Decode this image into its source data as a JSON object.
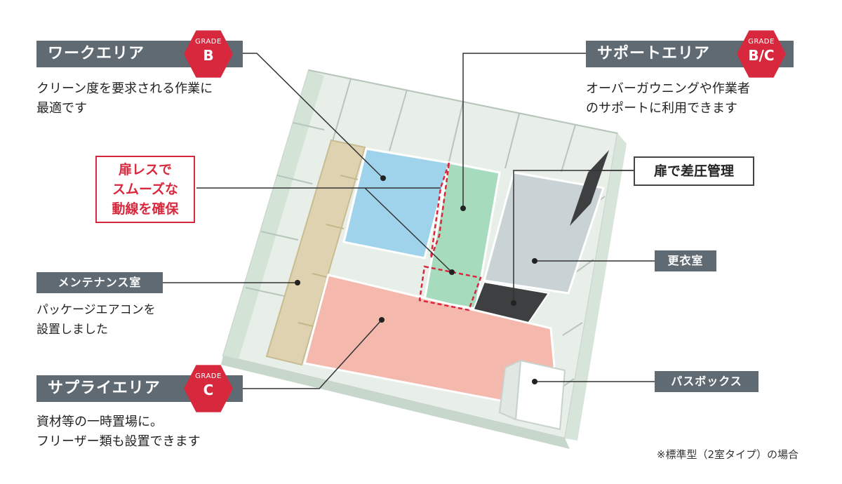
{
  "work_area": {
    "title": "ワークエリア",
    "grade_label": "GRADE",
    "grade_value": "B",
    "desc_line1": "クリーン度を要求される作業に",
    "desc_line2": "最適です"
  },
  "support_area": {
    "title": "サポートエリア",
    "grade_label": "GRADE",
    "grade_value": "B/C",
    "desc_line1": "オーバーガウニングや作業者",
    "desc_line2": "のサポートに利用できます"
  },
  "doorless": {
    "line1": "扉レスで",
    "line2": "スムーズな",
    "line3": "動線を確保"
  },
  "door_pressure": {
    "label": "扉で差圧管理"
  },
  "maintenance": {
    "title": "メンテナンス室",
    "desc_line1": "パッケージエアコンを",
    "desc_line2": "設置しました"
  },
  "changing_room": {
    "label": "更衣室"
  },
  "supply_area": {
    "title": "サプライエリア",
    "grade_label": "GRADE",
    "grade_value": "C",
    "desc_line1": "資材等の一時置場に。",
    "desc_line2": "フリーザー類も設置できます"
  },
  "pass_box": {
    "label": "パスボックス"
  },
  "footnote": "※標準型（2室タイプ）の場合",
  "colors": {
    "label_bar": "#5f6a73",
    "grade_hex": "#d8283d",
    "work_area": "#9fd3ec",
    "support_area": "#a6dcbd",
    "changing_room": "#c9d2d4",
    "supply_area": "#f4b8ad",
    "maintenance": "#dfd2b0",
    "glass_wall": "#dceadd"
  }
}
